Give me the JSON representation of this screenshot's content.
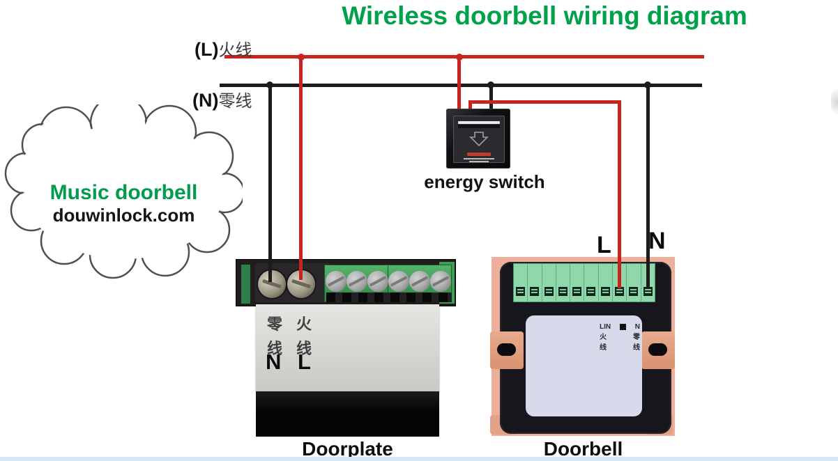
{
  "title": "Wireless doorbell wiring diagram",
  "colors": {
    "title_green": "#00A14B",
    "brand_green": "#009B4C",
    "live_wire_red": "#C9231E",
    "neutral_wire_black": "#1F1B1C",
    "doorbell_backplate_pink": "#EDAF99",
    "terminal_block_green": "#90D8AC",
    "doorplate_pcb_green": "#3D9C55"
  },
  "bus_labels": {
    "live_prefix": "(L)",
    "live_cn": "火线",
    "neutral_prefix": "(N)",
    "neutral_cn": "零线"
  },
  "cloud": {
    "line1": "Music doorbell",
    "line2": "douwinlock.com"
  },
  "energy_switch": {
    "label": "energy switch"
  },
  "icons": {
    "energy_switch_card_icon": "arrow-down-outline"
  },
  "doorplate": {
    "label": "Doorplate",
    "neutral_col": {
      "cn_top": "零",
      "cn_bottom": "线",
      "en": "N"
    },
    "live_col": {
      "cn_top": "火",
      "cn_bottom": "线",
      "en": "L"
    }
  },
  "doorbell": {
    "label": "Doorbell",
    "live_terminal": "L",
    "neutral_terminal": "N",
    "panel": {
      "row1_left": "LIN",
      "row1_right": "N",
      "row2_left": "火",
      "row2_right": "零",
      "row3_left": "线",
      "row3_right": "线"
    }
  }
}
